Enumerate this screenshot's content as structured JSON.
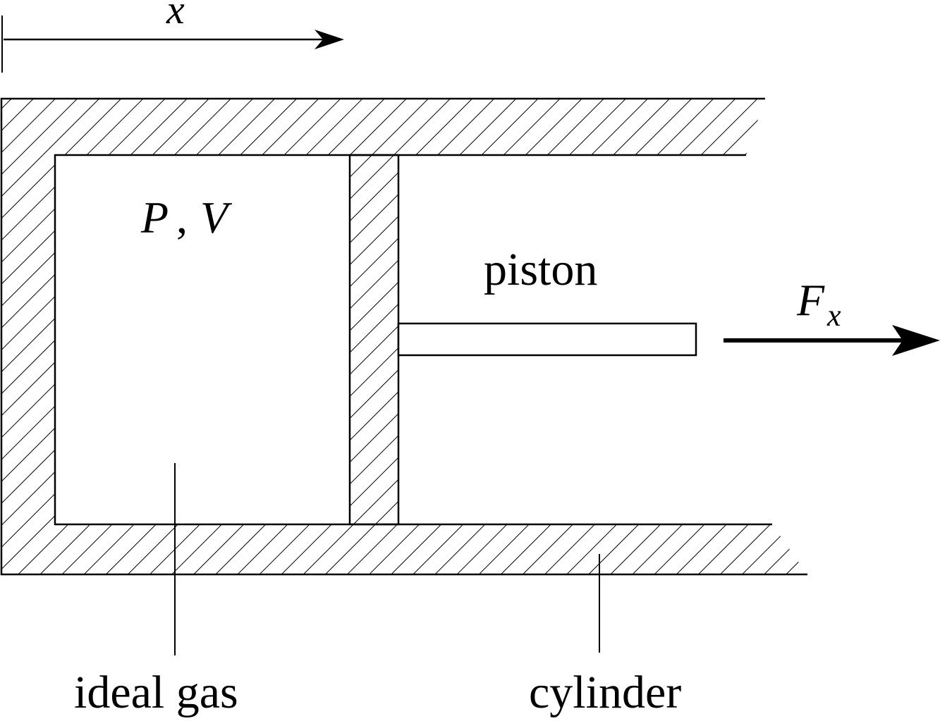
{
  "labels": {
    "x_axis": "x",
    "state_P": "P",
    "state_comma": ",",
    "state_V": "V",
    "piston": "piston",
    "force_F": "F",
    "force_sub": "x",
    "gas": "ideal gas",
    "cylinder": "cylinder"
  },
  "colors": {
    "ink": "#000000",
    "background": "#ffffff"
  }
}
